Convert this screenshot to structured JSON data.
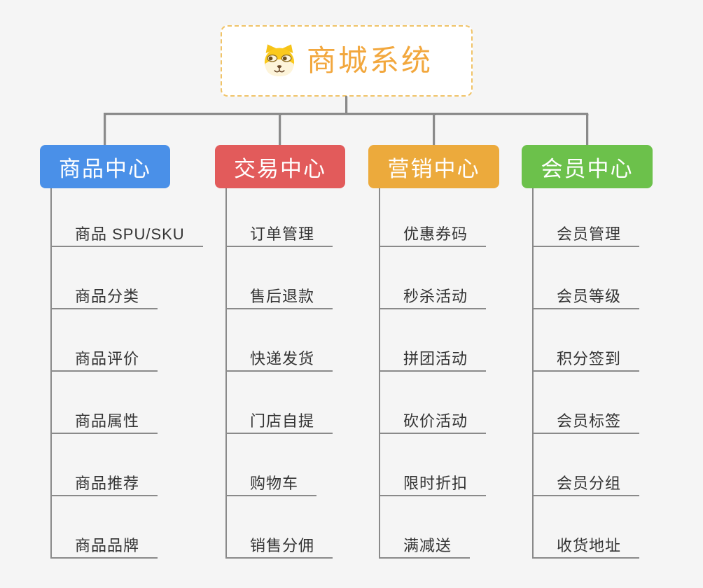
{
  "root": {
    "title": "商城系统",
    "icon": "shiba-dog-icon"
  },
  "branches": [
    {
      "label": "商品中心",
      "color": "#4a90e8",
      "children": [
        "商品 SPU/SKU",
        "商品分类",
        "商品评价",
        "商品属性",
        "商品推荐",
        "商品品牌"
      ]
    },
    {
      "label": "交易中心",
      "color": "#e25b5b",
      "children": [
        "订单管理",
        "售后退款",
        "快递发货",
        "门店自提",
        "购物车",
        "销售分佣"
      ]
    },
    {
      "label": "营销中心",
      "color": "#ecaa3c",
      "children": [
        "优惠券码",
        "秒杀活动",
        "拼团活动",
        "砍价活动",
        "限时折扣",
        "满减送"
      ]
    },
    {
      "label": "会员中心",
      "color": "#6cc14b",
      "children": [
        "会员管理",
        "会员等级",
        "积分签到",
        "会员标签",
        "会员分组",
        "收货地址"
      ]
    }
  ],
  "palette": {
    "background": "#f5f5f5",
    "connector": "#8a8a8a",
    "root_border": "#f0c367",
    "root_text": "#f2a73d",
    "leaf_text": "#333333",
    "branch_text": "#ffffff"
  }
}
